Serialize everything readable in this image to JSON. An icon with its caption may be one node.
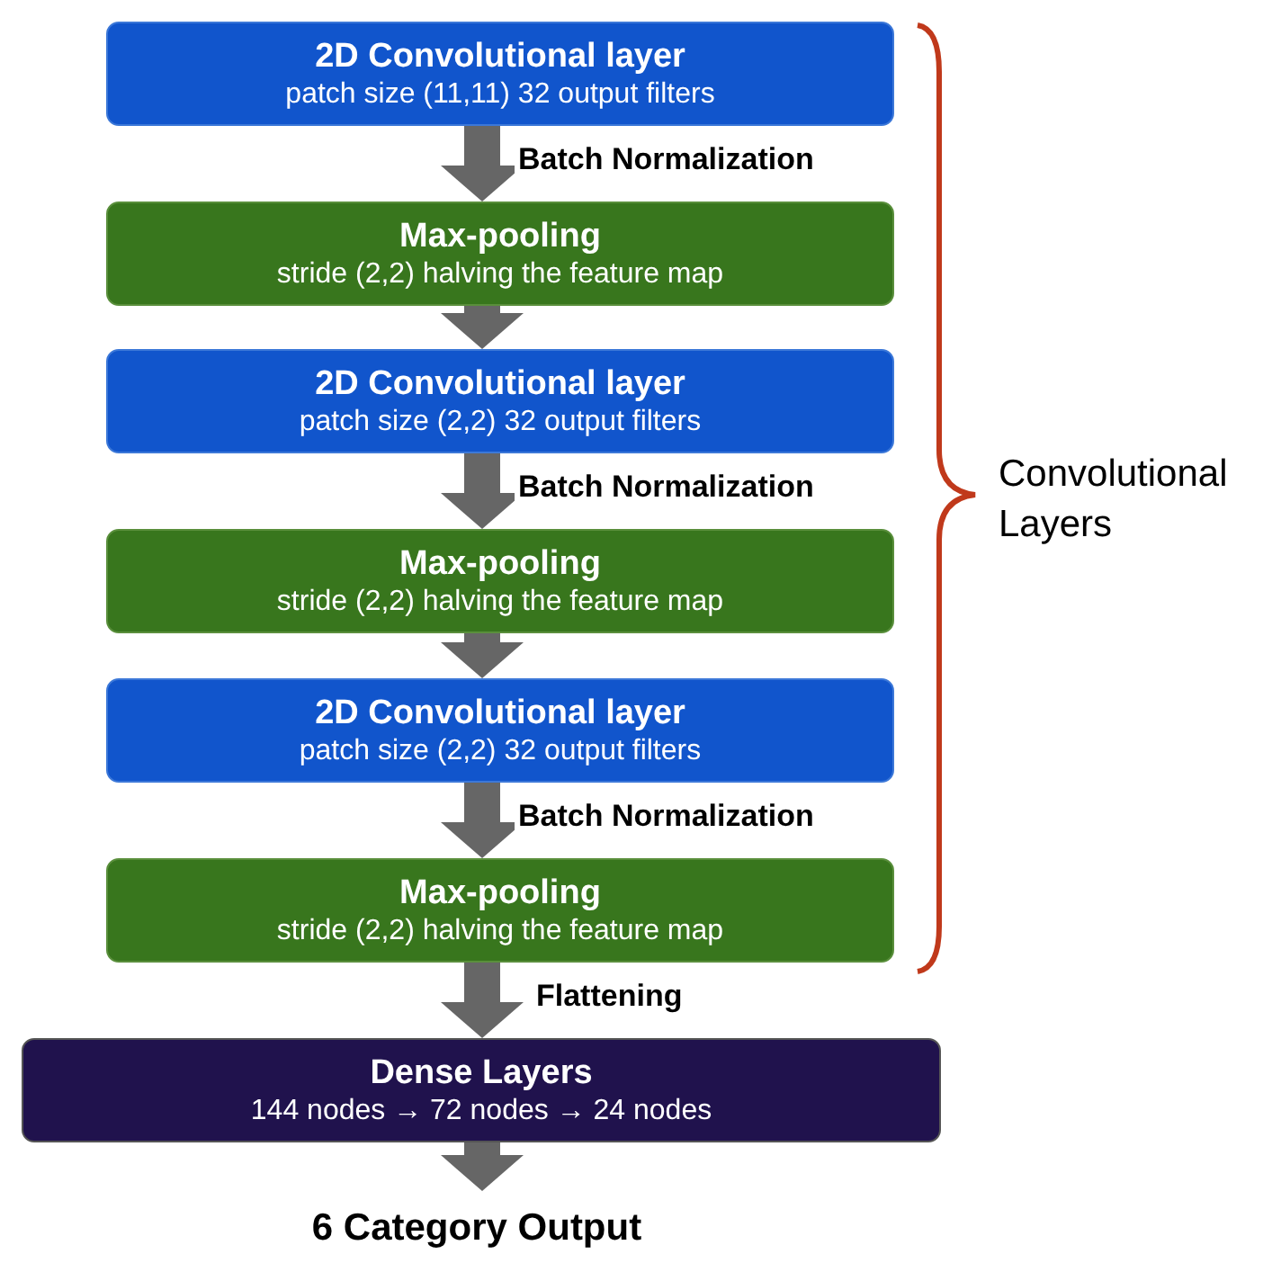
{
  "diagram": {
    "nodes": [
      {
        "text": [
          "2D Convolutional layer",
          "patch size (11,11) 32 output filters"
        ]
      },
      {
        "text": [
          "Max-pooling",
          "stride (2,2) halving the feature map"
        ]
      },
      {
        "text": [
          "2D Convolutional layer",
          "patch size (2,2) 32 output filters"
        ]
      },
      {
        "text": [
          "Max-pooling",
          "stride (2,2) halving the feature map"
        ]
      },
      {
        "text": [
          "2D Convolutional layer",
          "patch size (2,2) 32 output filters"
        ]
      },
      {
        "text": [
          "Max-pooling",
          "stride (2,2) halving the feature map"
        ]
      },
      {
        "text": [
          "Dense Layers",
          "144 nodes → 72 nodes → 24 nodes"
        ]
      },
      {
        "text": [
          "6 Category Output"
        ]
      }
    ],
    "edges": [
      {
        "from": 0,
        "to": 1,
        "arrow": "to",
        "label": "Batch Normalization"
      },
      {
        "from": 1,
        "to": 2,
        "arrow": "to"
      },
      {
        "from": 2,
        "to": 3,
        "arrow": "to",
        "label": "Batch Normalization"
      },
      {
        "from": 3,
        "to": 4,
        "arrow": "to"
      },
      {
        "from": 4,
        "to": 5,
        "arrow": "to",
        "label": "Batch Normalization"
      },
      {
        "from": 5,
        "to": 6,
        "arrow": "to",
        "label": "Flattening"
      },
      {
        "from": 6,
        "to": 7,
        "arrow": "to"
      }
    ],
    "labels": [
      "Convolutional Layers"
    ]
  }
}
